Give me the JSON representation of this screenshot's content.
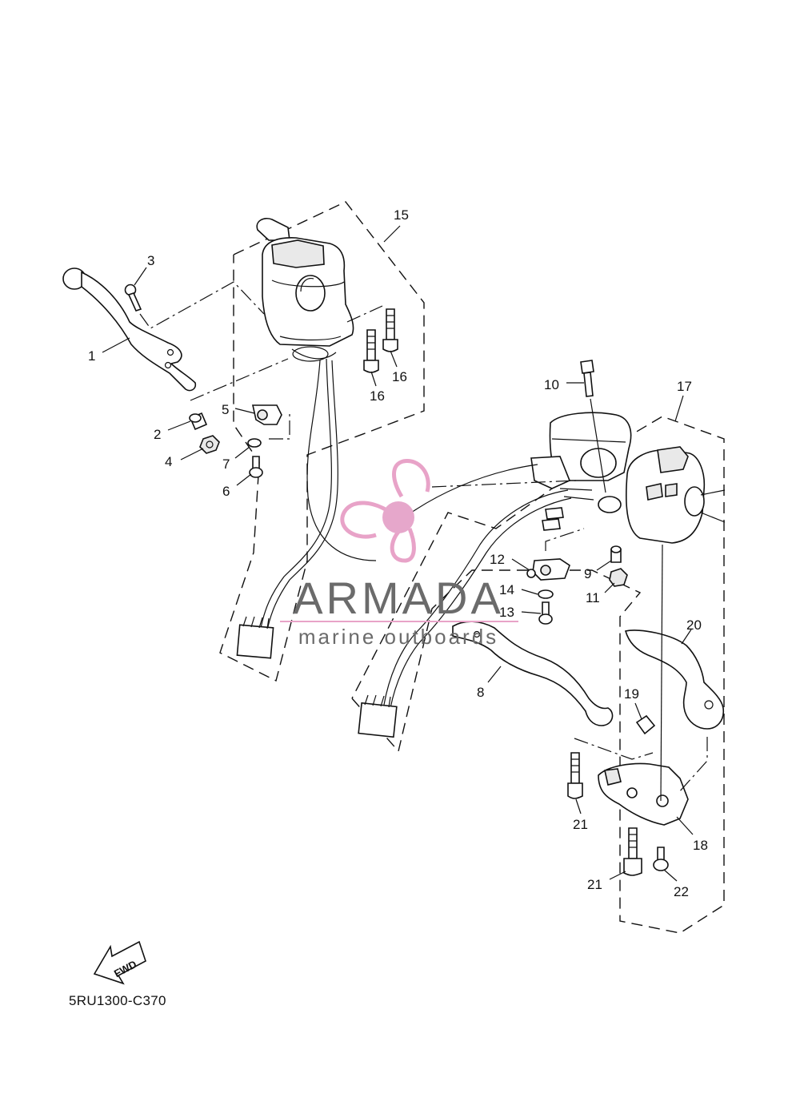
{
  "callouts": [
    "1",
    "2",
    "3",
    "4",
    "5",
    "6",
    "7",
    "8",
    "9",
    "10",
    "11",
    "12",
    "13",
    "14",
    "15",
    "16",
    "16",
    "17",
    "18",
    "19",
    "20",
    "21",
    "21",
    "22"
  ],
  "fwd_label": "FWD",
  "diagram_code": "5RU1300-C370",
  "watermark": {
    "brand": "ARMADA",
    "tagline": "marine outboards",
    "colors": {
      "logo": "#e8a3c8",
      "logo_fill": "#e6a7cb",
      "text": "#6b6b6b"
    }
  }
}
